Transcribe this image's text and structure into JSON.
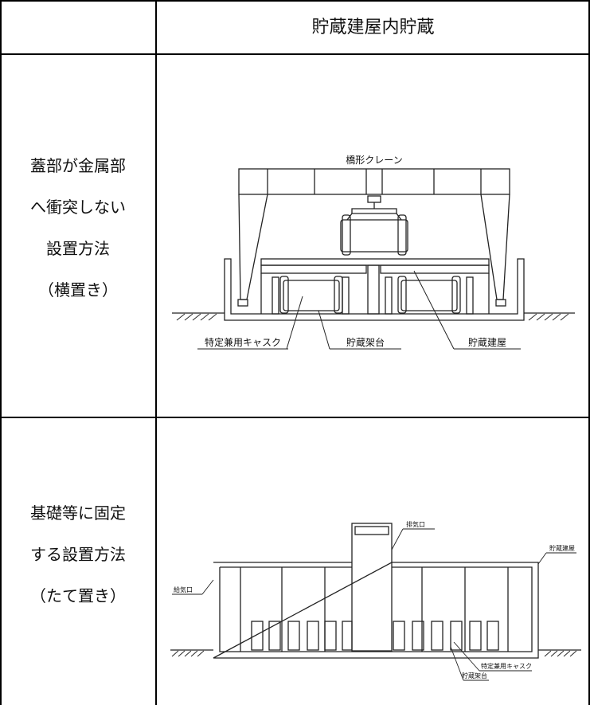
{
  "table": {
    "header": {
      "label": "貯蔵建屋内貯蔵"
    },
    "rows": [
      {
        "label_lines": [
          "蓋部が金属部",
          "へ衝突しない",
          "設置方法",
          "（横置き）"
        ],
        "figure": {
          "labels": {
            "crane": "橋形クレーン",
            "cask": "特定兼用キャスク",
            "rack": "貯蔵架台",
            "building": "貯蔵建屋"
          }
        }
      },
      {
        "label_lines": [
          "基礎等に固定",
          "する設置方法",
          "（たて置き）"
        ],
        "figure": {
          "labels": {
            "exhaust": "排気口",
            "building": "貯蔵建屋",
            "intake": "給気口",
            "cask": "特定兼用キャスク",
            "rack": "貯蔵架台"
          }
        }
      }
    ]
  }
}
